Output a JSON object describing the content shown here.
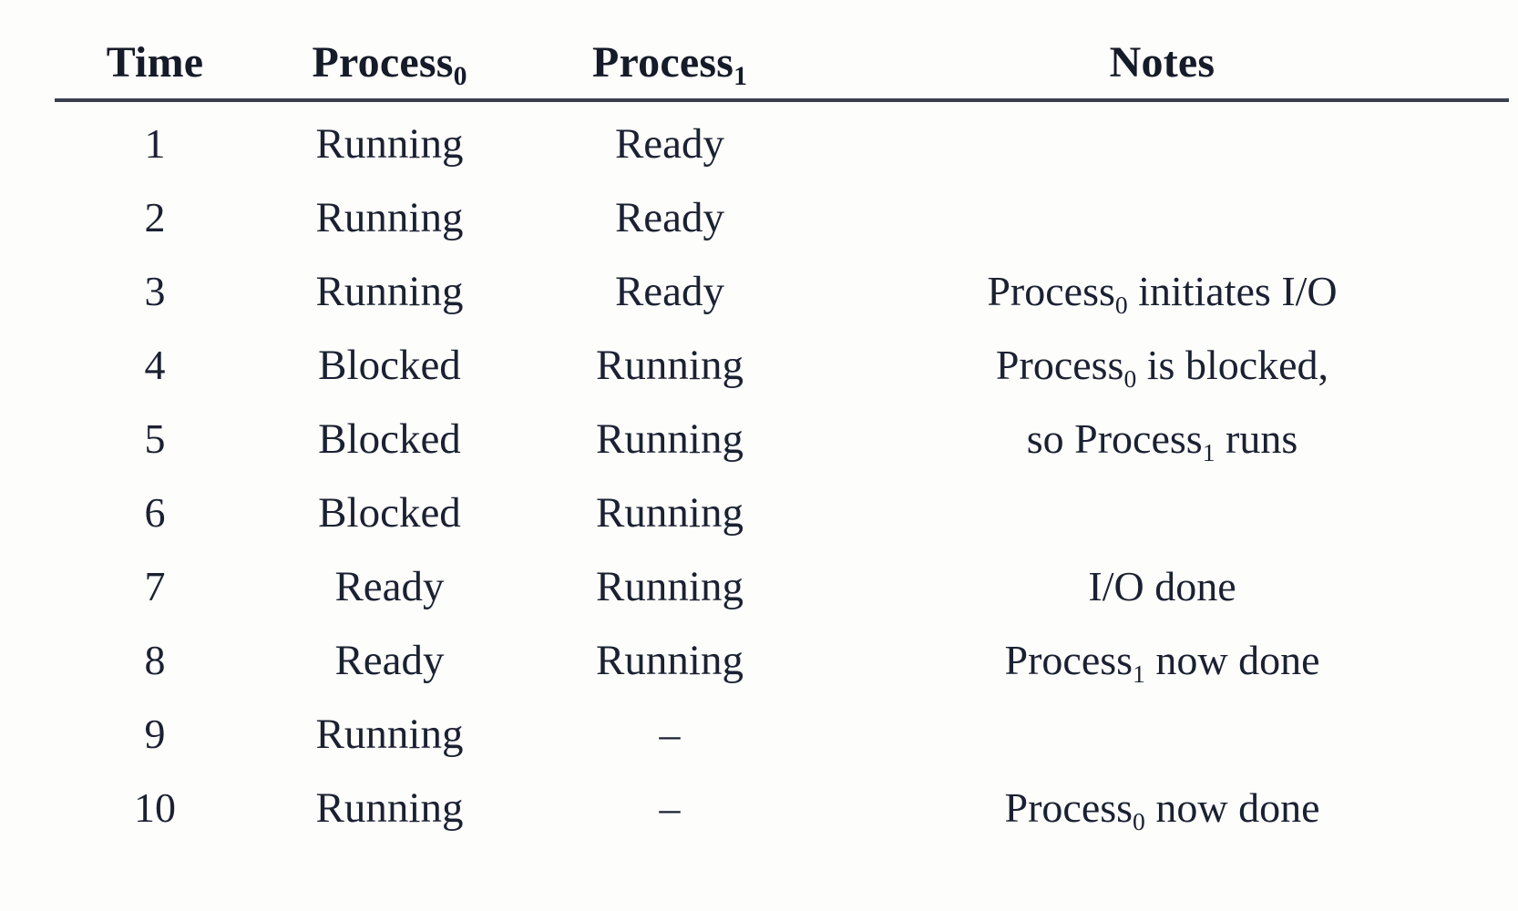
{
  "table": {
    "columns": [
      {
        "key": "time",
        "label": "Time",
        "sub": ""
      },
      {
        "key": "p0",
        "label": "Process",
        "sub": "0"
      },
      {
        "key": "p1",
        "label": "Process",
        "sub": "1"
      },
      {
        "key": "notes",
        "label": "Notes",
        "sub": ""
      }
    ],
    "rows": [
      {
        "time": "1",
        "process0": "Running",
        "process1": "Ready",
        "notes": ""
      },
      {
        "time": "2",
        "process0": "Running",
        "process1": "Ready",
        "notes": ""
      },
      {
        "time": "3",
        "process0": "Running",
        "process1": "Ready",
        "notes": "Process₀ initiates I/O"
      },
      {
        "time": "4",
        "process0": "Blocked",
        "process1": "Running",
        "notes": "Process₀ is blocked,"
      },
      {
        "time": "5",
        "process0": "Blocked",
        "process1": "Running",
        "notes": "so Process₁ runs"
      },
      {
        "time": "6",
        "process0": "Blocked",
        "process1": "Running",
        "notes": ""
      },
      {
        "time": "7",
        "process0": "Ready",
        "process1": "Running",
        "notes": "I/O done"
      },
      {
        "time": "8",
        "process0": "Ready",
        "process1": "Running",
        "notes": "Process₁ now done"
      },
      {
        "time": "9",
        "process0": "Running",
        "process1": "–",
        "notes": ""
      },
      {
        "time": "10",
        "process0": "Running",
        "process1": "–",
        "notes": "Process₀ now done"
      }
    ]
  },
  "style": {
    "background": "#fdfdfb",
    "text_color": "#1a2030",
    "rule_color": "#3a3f4c"
  }
}
